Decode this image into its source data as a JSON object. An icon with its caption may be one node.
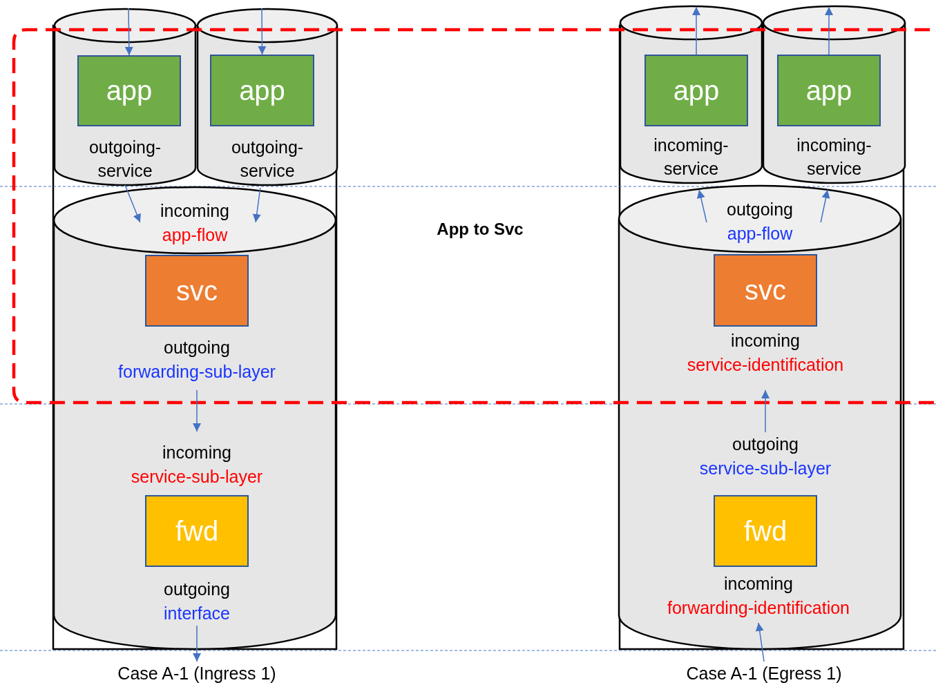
{
  "diagram": {
    "nodes": [
      {
        "text": [
          "outgoing-service"
        ]
      },
      {
        "text": [
          "app"
        ],
        "in": 0
      },
      {
        "text": [
          "outgoing-service"
        ]
      },
      {
        "text": [
          "app"
        ],
        "in": 2
      },
      {
        "text": [
          "incoming",
          "app-flow"
        ]
      },
      {
        "text": [
          "svc"
        ],
        "in": 4
      },
      {
        "text": [
          "outgoing",
          "forwarding-sub-layer"
        ],
        "in": 4
      },
      {
        "text": [
          "incoming",
          "service-sub-layer"
        ],
        "in": 4
      },
      {
        "text": [
          "fwd"
        ],
        "in": 4
      },
      {
        "text": [
          "outgoing",
          "interface"
        ],
        "in": 4
      },
      {
        "text": [
          "incoming-service"
        ]
      },
      {
        "text": [
          "app"
        ],
        "in": 10
      },
      {
        "text": [
          "incoming-service"
        ]
      },
      {
        "text": [
          "app"
        ],
        "in": 12
      },
      {
        "text": [
          "outgoing",
          "app-flow"
        ]
      },
      {
        "text": [
          "svc"
        ],
        "in": 14
      },
      {
        "text": [
          "incoming",
          "service-identification"
        ],
        "in": 14
      },
      {
        "text": [
          "outgoing",
          "service-sub-layer"
        ],
        "in": 14
      },
      {
        "text": [
          "fwd"
        ],
        "in": 14
      },
      {
        "text": [
          "incoming",
          "forwarding-identification"
        ],
        "in": 14
      },
      {
        "text": [
          "Case A-1 (Ingress 1)"
        ]
      },
      {
        "text": [
          "Case A-1 (Egress 1)"
        ]
      }
    ],
    "edges": [
      {
        "from": null,
        "to": 1,
        "arrow": "to"
      },
      {
        "from": null,
        "to": 3,
        "arrow": "to"
      },
      {
        "from": 0,
        "to": 4,
        "arrow": "to"
      },
      {
        "from": 2,
        "to": 4,
        "arrow": "to"
      },
      {
        "from": 6,
        "to": 7,
        "arrow": "to"
      },
      {
        "from": 9,
        "to": 20,
        "arrow": "to"
      },
      {
        "from": 11,
        "to": null,
        "arrow": "to"
      },
      {
        "from": 13,
        "to": null,
        "arrow": "to"
      },
      {
        "from": 14,
        "to": 10,
        "arrow": "to"
      },
      {
        "from": 14,
        "to": 12,
        "arrow": "to"
      },
      {
        "from": 17,
        "to": 16,
        "arrow": "to"
      },
      {
        "from": 21,
        "to": 19,
        "arrow": "to"
      }
    ],
    "labels": [
      "App to Svc"
    ]
  }
}
